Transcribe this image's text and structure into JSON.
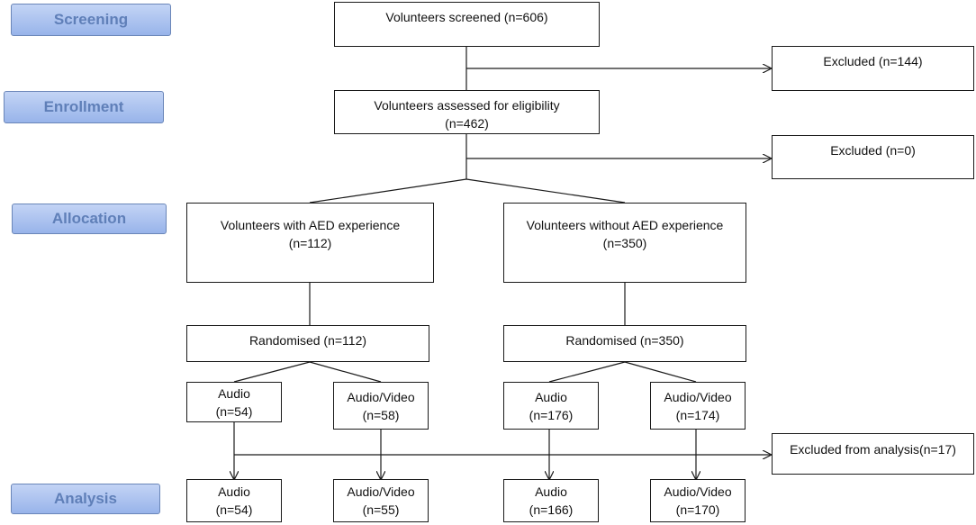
{
  "stages": {
    "screening": "Screening",
    "enrollment": "Enrollment",
    "allocation": "Allocation",
    "analysis": "Analysis"
  },
  "boxes": {
    "screened": [
      "Volunteers screened (n=606)"
    ],
    "excluded_screening": [
      "Excluded (n=144)"
    ],
    "assessed": [
      "Volunteers assessed for eligibility",
      "(n=462)"
    ],
    "excluded_eligibility": [
      "Excluded (n=0)"
    ],
    "with_aed": [
      "Volunteers with AED experience",
      "(n=112)"
    ],
    "without_aed": [
      "Volunteers without AED experience",
      "(n=350)"
    ],
    "randomised_with": [
      "Randomised (n=112)"
    ],
    "randomised_without": [
      "Randomised (n=350)"
    ],
    "alloc_audio_with": [
      "Audio",
      "(n=54)"
    ],
    "alloc_av_with": [
      "Audio/Video",
      "(n=58)"
    ],
    "alloc_audio_without": [
      "Audio",
      "(n=176)"
    ],
    "alloc_av_without": [
      "Audio/Video",
      "(n=174)"
    ],
    "excluded_analysis": [
      "Excluded from analysis(n=17)"
    ],
    "analysis_audio_with": [
      "Audio",
      "(n=54)"
    ],
    "analysis_av_with": [
      "Audio/Video",
      "(n=55)"
    ],
    "analysis_audio_without": [
      "Audio",
      "(n=166)"
    ],
    "analysis_av_without": [
      "Audio/Video",
      "(n=170)"
    ]
  },
  "colors": {
    "line": "#1a1a1a",
    "stage_fill": "#a9c1f0",
    "stage_text": "#5f7fb8"
  }
}
